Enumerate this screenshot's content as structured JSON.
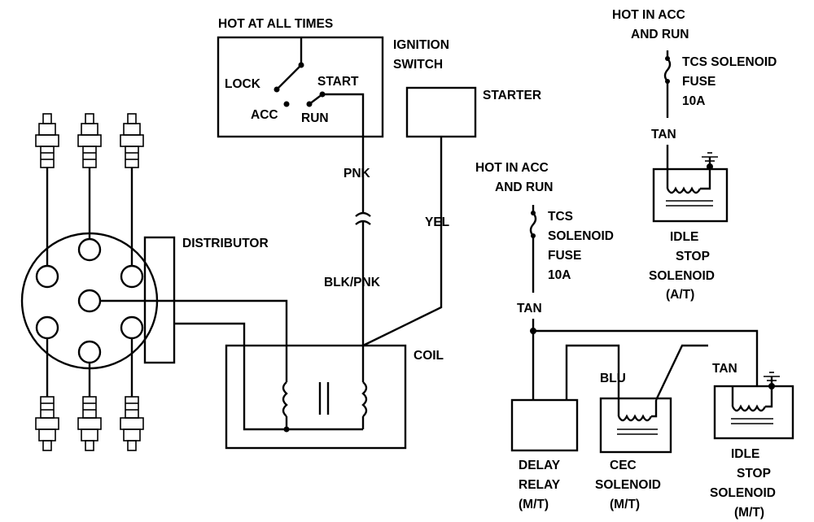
{
  "labels": {
    "hot_all_times": "HOT AT ALL TIMES",
    "ignition_switch_1": "IGNITION",
    "ignition_switch_2": "SWITCH",
    "lock": "LOCK",
    "start": "START",
    "acc": "ACC",
    "run": "RUN",
    "starter": "STARTER",
    "pnk": "PNK",
    "yel": "YEL",
    "blk_pnk": "BLK/PNK",
    "distributor": "DISTRIBUTOR",
    "coil": "COIL",
    "hot_acc_run_left_1": "HOT IN ACC",
    "hot_acc_run_left_2": "AND RUN",
    "tcs_fuse_left_1": "TCS",
    "tcs_fuse_left_2": "SOLENOID",
    "tcs_fuse_left_3": "FUSE",
    "tcs_fuse_left_4": "10A",
    "tan_left": "TAN",
    "blu": "BLU",
    "tan_right_lower": "TAN",
    "delay_relay_1": "DELAY",
    "delay_relay_2": "RELAY",
    "delay_relay_3": "(M/T)",
    "cec_1": "CEC",
    "cec_2": "SOLENOID",
    "cec_3": "(M/T)",
    "idle_mt_1": "IDLE",
    "idle_mt_2": "STOP",
    "idle_mt_3": "SOLENOID",
    "idle_mt_4": "(M/T)",
    "hot_acc_run_right_1": "HOT IN ACC",
    "hot_acc_run_right_2": "AND RUN",
    "tcs_fuse_right_1": "TCS SOLENOID",
    "tcs_fuse_right_2": "FUSE",
    "tcs_fuse_right_3": "10A",
    "tan_right_upper": "TAN",
    "idle_at_1": "IDLE",
    "idle_at_2": "STOP",
    "idle_at_3": "SOLENOID",
    "idle_at_4": "(A/T)"
  }
}
